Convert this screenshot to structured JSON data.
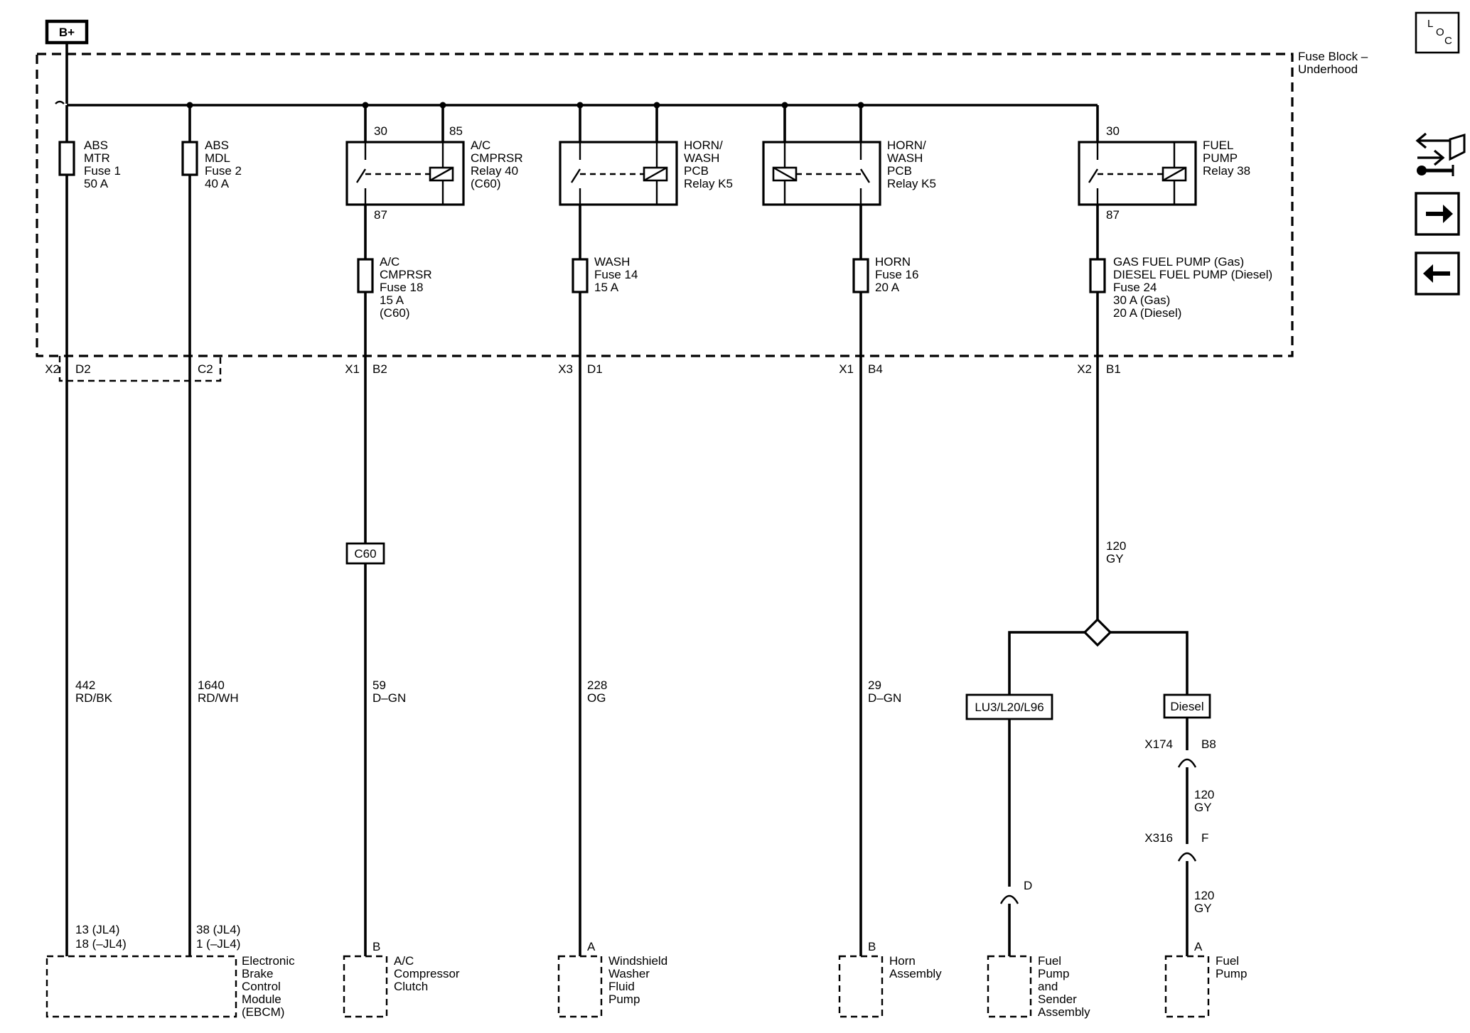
{
  "battery": "B+",
  "fuse_block": {
    "line1": "Fuse Block –",
    "line2": "Underhood"
  },
  "fuses": {
    "abs_mtr": [
      "ABS",
      "MTR",
      "Fuse 1",
      "50 A"
    ],
    "abs_mdl": [
      "ABS",
      "MDL",
      "Fuse 2",
      "40 A"
    ],
    "ac": [
      "A/C",
      "CMPRSR",
      "Fuse 18",
      "15 A",
      "(C60)"
    ],
    "wash": [
      "WASH",
      "Fuse 14",
      "15 A"
    ],
    "horn": [
      "HORN",
      "Fuse 16",
      "20 A"
    ],
    "fuel": [
      "GAS FUEL PUMP (Gas)",
      "DIESEL FUEL PUMP (Diesel)",
      "Fuse 24",
      "30 A (Gas)",
      "20 A (Diesel)"
    ]
  },
  "relays": {
    "ac": {
      "label": [
        "A/C",
        "CMPRSR",
        "Relay 40",
        "(C60)"
      ],
      "pin_in": "30",
      "pin_coil": "85",
      "pin_out": "87"
    },
    "horn_wash_1": {
      "label": [
        "HORN/",
        "WASH",
        "PCB",
        "Relay K5"
      ]
    },
    "horn_wash_2": {
      "label": [
        "HORN/",
        "WASH",
        "PCB",
        "Relay K5"
      ]
    },
    "fuel": {
      "label": [
        "FUEL",
        "PUMP",
        "Relay 38"
      ],
      "pin_in": "30",
      "pin_out": "87"
    }
  },
  "connectors": {
    "abs_mtr": {
      "conn": "X2",
      "pin": "D2"
    },
    "abs_mdl": {
      "pin": "C2"
    },
    "ac": {
      "conn": "X1",
      "pin": "B2"
    },
    "wash": {
      "conn": "X3",
      "pin": "D1"
    },
    "horn": {
      "conn": "X1",
      "pin": "B4"
    },
    "fuel": {
      "conn": "X2",
      "pin": "B1"
    }
  },
  "option_c60": "C60",
  "wires": {
    "abs_mtr": [
      "442",
      "RD/BK"
    ],
    "abs_mdl": [
      "1640",
      "RD/WH"
    ],
    "ac": [
      "59",
      "D–GN"
    ],
    "wash": [
      "228",
      "OG"
    ],
    "horn": [
      "29",
      "D–GN"
    ],
    "fuel": [
      "120",
      "GY"
    ],
    "diesel_1": [
      "120",
      "GY"
    ],
    "diesel_2": [
      "120",
      "GY"
    ]
  },
  "options": {
    "gas": "LU3/L20/L96",
    "diesel": "Diesel"
  },
  "inline": {
    "x174": {
      "conn": "X174",
      "pin": "B8"
    },
    "x316": {
      "conn": "X316",
      "pin": "F"
    },
    "gas_pin": "D"
  },
  "component_pins": {
    "ebcm": [
      "13 (JL4)",
      "18 (–JL4)",
      "38 (JL4)",
      "1 (–JL4)"
    ],
    "ac_clutch": "B",
    "washer_pump": "A",
    "horn_assy": "B",
    "fuel_pump": "A"
  },
  "components": {
    "ebcm": [
      "Electronic",
      "Brake",
      "Control",
      "Module",
      "(EBCM)"
    ],
    "ac_clutch": [
      "A/C",
      "Compressor",
      "Clutch"
    ],
    "washer_pump": [
      "Windshield",
      "Washer",
      "Fluid",
      "Pump"
    ],
    "horn_assy": [
      "Horn",
      "Assembly"
    ],
    "fuel_sender": [
      "Fuel",
      "Pump",
      "and",
      "Sender",
      "Assembly"
    ],
    "fuel_pump": [
      "Fuel",
      "Pump"
    ]
  },
  "nav": {
    "loc_l": "L",
    "loc_o": "O",
    "loc_c": "C",
    "next": "→",
    "prev": "←"
  }
}
